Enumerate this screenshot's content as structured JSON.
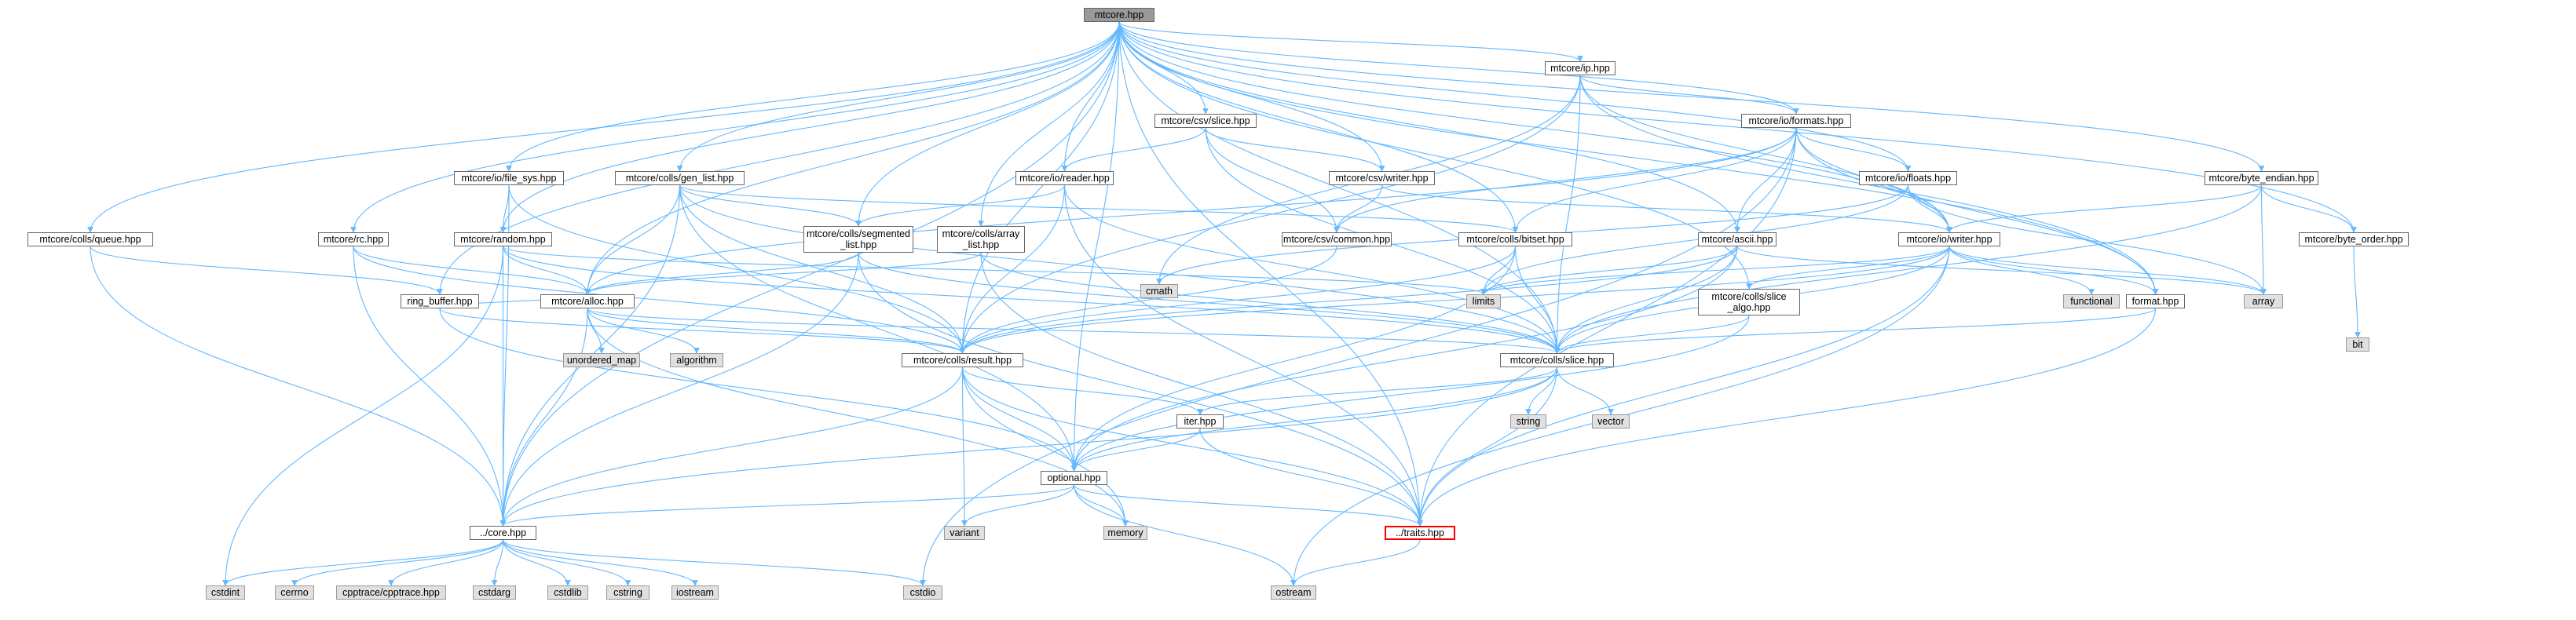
{
  "graph": {
    "edge_color": "#63b8ff",
    "nodes": [
      {
        "id": "mtcore_hpp",
        "label": "mtcore.hpp",
        "kind": "root"
      },
      {
        "id": "ip_hpp",
        "label": "mtcore/ip.hpp",
        "kind": "file"
      },
      {
        "id": "csv_slice_hpp",
        "label": "mtcore/csv/slice.hpp",
        "kind": "file"
      },
      {
        "id": "io_formats_hpp",
        "label": "mtcore/io/formats.hpp",
        "kind": "file"
      },
      {
        "id": "csv_writer_hpp",
        "label": "mtcore/csv/writer.hpp",
        "kind": "file"
      },
      {
        "id": "io_file_sys_hpp",
        "label": "mtcore/io/file_sys.hpp",
        "kind": "file"
      },
      {
        "id": "colls_gen_list_hpp",
        "label": "mtcore/colls/gen_list.hpp",
        "kind": "file"
      },
      {
        "id": "io_reader_hpp",
        "label": "mtcore/io/reader.hpp",
        "kind": "file"
      },
      {
        "id": "io_floats_hpp",
        "label": "mtcore/io/floats.hpp",
        "kind": "file"
      },
      {
        "id": "byte_endian_hpp",
        "label": "mtcore/byte_endian.hpp",
        "kind": "file"
      },
      {
        "id": "colls_queue_hpp",
        "label": "mtcore/colls/queue.hpp",
        "kind": "file"
      },
      {
        "id": "rc_hpp",
        "label": "mtcore/rc.hpp",
        "kind": "file"
      },
      {
        "id": "random_hpp",
        "label": "mtcore/random.hpp",
        "kind": "file"
      },
      {
        "id": "colls_segmented_list_hpp",
        "label": "mtcore/colls/segmented\n_list.hpp",
        "kind": "file"
      },
      {
        "id": "colls_array_list_hpp",
        "label": "mtcore/colls/array\n_list.hpp",
        "kind": "file"
      },
      {
        "id": "csv_common_hpp",
        "label": "mtcore/csv/common.hpp",
        "kind": "file"
      },
      {
        "id": "colls_bitset_hpp",
        "label": "mtcore/colls/bitset.hpp",
        "kind": "file"
      },
      {
        "id": "ascii_hpp",
        "label": "mtcore/ascii.hpp",
        "kind": "file"
      },
      {
        "id": "io_writer_hpp",
        "label": "mtcore/io/writer.hpp",
        "kind": "file"
      },
      {
        "id": "byte_order_hpp",
        "label": "mtcore/byte_order.hpp",
        "kind": "file"
      },
      {
        "id": "ring_buffer_hpp",
        "label": "ring_buffer.hpp",
        "kind": "file"
      },
      {
        "id": "alloc_hpp",
        "label": "mtcore/alloc.hpp",
        "kind": "file"
      },
      {
        "id": "cmath",
        "label": "cmath",
        "kind": "sys"
      },
      {
        "id": "limits",
        "label": "limits",
        "kind": "sys"
      },
      {
        "id": "colls_slice_algo_hpp",
        "label": "mtcore/colls/slice\n_algo.hpp",
        "kind": "file"
      },
      {
        "id": "functional",
        "label": "functional",
        "kind": "sys"
      },
      {
        "id": "format_hpp",
        "label": "format.hpp",
        "kind": "file"
      },
      {
        "id": "array",
        "label": "array",
        "kind": "sys"
      },
      {
        "id": "bit",
        "label": "bit",
        "kind": "sys"
      },
      {
        "id": "unordered_map",
        "label": "unordered_map",
        "kind": "sys"
      },
      {
        "id": "algorithm",
        "label": "algorithm",
        "kind": "sys"
      },
      {
        "id": "colls_result_hpp",
        "label": "mtcore/colls/result.hpp",
        "kind": "file"
      },
      {
        "id": "colls_slice_hpp",
        "label": "mtcore/colls/slice.hpp",
        "kind": "file"
      },
      {
        "id": "string",
        "label": "string",
        "kind": "sys"
      },
      {
        "id": "vector",
        "label": "vector",
        "kind": "sys"
      },
      {
        "id": "iter_hpp",
        "label": "iter.hpp",
        "kind": "file"
      },
      {
        "id": "optional_hpp",
        "label": "optional.hpp",
        "kind": "file"
      },
      {
        "id": "core_hpp",
        "label": "../core.hpp",
        "kind": "file"
      },
      {
        "id": "variant",
        "label": "variant",
        "kind": "sys"
      },
      {
        "id": "memory",
        "label": "memory",
        "kind": "sys"
      },
      {
        "id": "traits_hpp",
        "label": "../traits.hpp",
        "kind": "highlight"
      },
      {
        "id": "cstdint",
        "label": "cstdint",
        "kind": "sys"
      },
      {
        "id": "cerrno",
        "label": "cerrno",
        "kind": "sys"
      },
      {
        "id": "cpptrace_hpp",
        "label": "cpptrace/cpptrace.hpp",
        "kind": "sys"
      },
      {
        "id": "cstdarg",
        "label": "cstdarg",
        "kind": "sys"
      },
      {
        "id": "cstdlib",
        "label": "cstdlib",
        "kind": "sys"
      },
      {
        "id": "cstring",
        "label": "cstring",
        "kind": "sys"
      },
      {
        "id": "iostream",
        "label": "iostream",
        "kind": "sys"
      },
      {
        "id": "cstdio",
        "label": "cstdio",
        "kind": "sys"
      },
      {
        "id": "ostream",
        "label": "ostream",
        "kind": "sys"
      }
    ],
    "edges": [
      [
        "mtcore_hpp",
        "ip_hpp"
      ],
      [
        "mtcore_hpp",
        "csv_slice_hpp"
      ],
      [
        "mtcore_hpp",
        "io_formats_hpp"
      ],
      [
        "mtcore_hpp",
        "csv_writer_hpp"
      ],
      [
        "mtcore_hpp",
        "io_file_sys_hpp"
      ],
      [
        "mtcore_hpp",
        "colls_gen_list_hpp"
      ],
      [
        "mtcore_hpp",
        "io_reader_hpp"
      ],
      [
        "mtcore_hpp",
        "io_floats_hpp"
      ],
      [
        "mtcore_hpp",
        "byte_endian_hpp"
      ],
      [
        "mtcore_hpp",
        "colls_queue_hpp"
      ],
      [
        "mtcore_hpp",
        "rc_hpp"
      ],
      [
        "mtcore_hpp",
        "random_hpp"
      ],
      [
        "mtcore_hpp",
        "colls_segmented_list_hpp"
      ],
      [
        "mtcore_hpp",
        "colls_array_list_hpp"
      ],
      [
        "mtcore_hpp",
        "colls_bitset_hpp"
      ],
      [
        "mtcore_hpp",
        "ascii_hpp"
      ],
      [
        "mtcore_hpp",
        "io_writer_hpp"
      ],
      [
        "mtcore_hpp",
        "byte_order_hpp"
      ],
      [
        "mtcore_hpp",
        "ring_buffer_hpp"
      ],
      [
        "mtcore_hpp",
        "alloc_hpp"
      ],
      [
        "mtcore_hpp",
        "colls_slice_algo_hpp"
      ],
      [
        "mtcore_hpp",
        "format_hpp"
      ],
      [
        "mtcore_hpp",
        "colls_result_hpp"
      ],
      [
        "mtcore_hpp",
        "colls_slice_hpp"
      ],
      [
        "mtcore_hpp",
        "optional_hpp"
      ],
      [
        "mtcore_hpp",
        "core_hpp"
      ],
      [
        "mtcore_hpp",
        "traits_hpp"
      ],
      [
        "ip_hpp",
        "io_formats_hpp"
      ],
      [
        "ip_hpp",
        "io_writer_hpp"
      ],
      [
        "ip_hpp",
        "colls_result_hpp"
      ],
      [
        "ip_hpp",
        "colls_slice_hpp"
      ],
      [
        "ip_hpp",
        "cmath"
      ],
      [
        "ip_hpp",
        "format_hpp"
      ],
      [
        "csv_slice_hpp",
        "csv_writer_hpp"
      ],
      [
        "csv_slice_hpp",
        "io_reader_hpp"
      ],
      [
        "csv_slice_hpp",
        "csv_common_hpp"
      ],
      [
        "csv_slice_hpp",
        "colls_slice_hpp"
      ],
      [
        "io_formats_hpp",
        "io_floats_hpp"
      ],
      [
        "io_formats_hpp",
        "io_writer_hpp"
      ],
      [
        "io_formats_hpp",
        "ascii_hpp"
      ],
      [
        "io_formats_hpp",
        "colls_bitset_hpp"
      ],
      [
        "io_formats_hpp",
        "csv_common_hpp"
      ],
      [
        "io_formats_hpp",
        "alloc_hpp"
      ],
      [
        "io_formats_hpp",
        "format_hpp"
      ],
      [
        "io_formats_hpp",
        "traits_hpp"
      ],
      [
        "io_formats_hpp",
        "cstdio"
      ],
      [
        "csv_writer_hpp",
        "csv_common_hpp"
      ],
      [
        "csv_writer_hpp",
        "io_writer_hpp"
      ],
      [
        "io_file_sys_hpp",
        "random_hpp"
      ],
      [
        "io_file_sys_hpp",
        "colls_result_hpp"
      ],
      [
        "io_file_sys_hpp",
        "core_hpp"
      ],
      [
        "colls_gen_list_hpp",
        "colls_segmented_list_hpp"
      ],
      [
        "colls_gen_list_hpp",
        "colls_bitset_hpp"
      ],
      [
        "colls_gen_list_hpp",
        "alloc_hpp"
      ],
      [
        "colls_gen_list_hpp",
        "colls_result_hpp"
      ],
      [
        "colls_gen_list_hpp",
        "optional_hpp"
      ],
      [
        "colls_gen_list_hpp",
        "core_hpp"
      ],
      [
        "colls_gen_list_hpp",
        "colls_slice_hpp"
      ],
      [
        "io_reader_hpp",
        "colls_segmented_list_hpp"
      ],
      [
        "io_reader_hpp",
        "colls_result_hpp"
      ],
      [
        "io_reader_hpp",
        "colls_slice_hpp"
      ],
      [
        "io_reader_hpp",
        "traits_hpp"
      ],
      [
        "io_floats_hpp",
        "io_writer_hpp"
      ],
      [
        "io_floats_hpp",
        "limits"
      ],
      [
        "io_floats_hpp",
        "cmath"
      ],
      [
        "io_floats_hpp",
        "array"
      ],
      [
        "byte_endian_hpp",
        "byte_order_hpp"
      ],
      [
        "byte_endian_hpp",
        "io_writer_hpp"
      ],
      [
        "byte_endian_hpp",
        "array"
      ],
      [
        "byte_endian_hpp",
        "colls_slice_hpp"
      ],
      [
        "byte_order_hpp",
        "bit"
      ],
      [
        "colls_queue_hpp",
        "ring_buffer_hpp"
      ],
      [
        "colls_queue_hpp",
        "core_hpp"
      ],
      [
        "rc_hpp",
        "alloc_hpp"
      ],
      [
        "rc_hpp",
        "core_hpp"
      ],
      [
        "rc_hpp",
        "colls_result_hpp"
      ],
      [
        "random_hpp",
        "alloc_hpp"
      ],
      [
        "random_hpp",
        "limits"
      ],
      [
        "random_hpp",
        "cstdint"
      ],
      [
        "random_hpp",
        "core_hpp"
      ],
      [
        "random_hpp",
        "colls_slice_hpp"
      ],
      [
        "colls_segmented_list_hpp",
        "alloc_hpp"
      ],
      [
        "colls_segmented_list_hpp",
        "colls_slice_hpp"
      ],
      [
        "colls_segmented_list_hpp",
        "core_hpp"
      ],
      [
        "colls_segmented_list_hpp",
        "traits_hpp"
      ],
      [
        "colls_array_list_hpp",
        "alloc_hpp"
      ],
      [
        "colls_array_list_hpp",
        "colls_slice_hpp"
      ],
      [
        "colls_array_list_hpp",
        "traits_hpp"
      ],
      [
        "csv_common_hpp",
        "colls_result_hpp"
      ],
      [
        "colls_bitset_hpp",
        "limits"
      ],
      [
        "colls_bitset_hpp",
        "colls_slice_hpp"
      ],
      [
        "colls_bitset_hpp",
        "colls_result_hpp"
      ],
      [
        "colls_bitset_hpp",
        "optional_hpp"
      ],
      [
        "ascii_hpp",
        "limits"
      ],
      [
        "ascii_hpp",
        "colls_slice_hpp"
      ],
      [
        "ascii_hpp",
        "colls_result_hpp"
      ],
      [
        "ascii_hpp",
        "optional_hpp"
      ],
      [
        "ascii_hpp",
        "array"
      ],
      [
        "io_writer_hpp",
        "format_hpp"
      ],
      [
        "io_writer_hpp",
        "functional"
      ],
      [
        "io_writer_hpp",
        "array"
      ],
      [
        "io_writer_hpp",
        "colls_slice_algo_hpp"
      ],
      [
        "io_writer_hpp",
        "colls_slice_hpp"
      ],
      [
        "io_writer_hpp",
        "colls_result_hpp"
      ],
      [
        "io_writer_hpp",
        "traits_hpp"
      ],
      [
        "io_writer_hpp",
        "ostream"
      ],
      [
        "io_writer_hpp",
        "limits"
      ],
      [
        "ring_buffer_hpp",
        "alloc_hpp"
      ],
      [
        "ring_buffer_hpp",
        "colls_result_hpp"
      ],
      [
        "ring_buffer_hpp",
        "optional_hpp"
      ],
      [
        "alloc_hpp",
        "unordered_map"
      ],
      [
        "alloc_hpp",
        "algorithm"
      ],
      [
        "alloc_hpp",
        "colls_result_hpp"
      ],
      [
        "alloc_hpp",
        "colls_slice_hpp"
      ],
      [
        "alloc_hpp",
        "core_hpp"
      ],
      [
        "alloc_hpp",
        "memory"
      ],
      [
        "colls_slice_algo_hpp",
        "colls_slice_hpp"
      ],
      [
        "colls_slice_algo_hpp",
        "optional_hpp"
      ],
      [
        "format_hpp",
        "colls_slice_hpp"
      ],
      [
        "format_hpp",
        "traits_hpp"
      ],
      [
        "colls_result_hpp",
        "optional_hpp"
      ],
      [
        "colls_result_hpp",
        "core_hpp"
      ],
      [
        "colls_result_hpp",
        "variant"
      ],
      [
        "colls_result_hpp",
        "memory"
      ],
      [
        "colls_result_hpp",
        "traits_hpp"
      ],
      [
        "colls_result_hpp",
        "iter_hpp"
      ],
      [
        "colls_slice_hpp",
        "string"
      ],
      [
        "colls_slice_hpp",
        "vector"
      ],
      [
        "colls_slice_hpp",
        "iter_hpp"
      ],
      [
        "colls_slice_hpp",
        "optional_hpp"
      ],
      [
        "colls_slice_hpp",
        "core_hpp"
      ],
      [
        "colls_slice_hpp",
        "traits_hpp"
      ],
      [
        "iter_hpp",
        "optional_hpp"
      ],
      [
        "iter_hpp",
        "traits_hpp"
      ],
      [
        "optional_hpp",
        "core_hpp"
      ],
      [
        "optional_hpp",
        "variant"
      ],
      [
        "optional_hpp",
        "memory"
      ],
      [
        "optional_hpp",
        "traits_hpp"
      ],
      [
        "optional_hpp",
        "ostream"
      ],
      [
        "traits_hpp",
        "ostream"
      ],
      [
        "core_hpp",
        "cstdint"
      ],
      [
        "core_hpp",
        "cerrno"
      ],
      [
        "core_hpp",
        "cpptrace_hpp"
      ],
      [
        "core_hpp",
        "cstdarg"
      ],
      [
        "core_hpp",
        "cstdlib"
      ],
      [
        "core_hpp",
        "cstring"
      ],
      [
        "core_hpp",
        "iostream"
      ],
      [
        "core_hpp",
        "cstdio"
      ]
    ]
  }
}
